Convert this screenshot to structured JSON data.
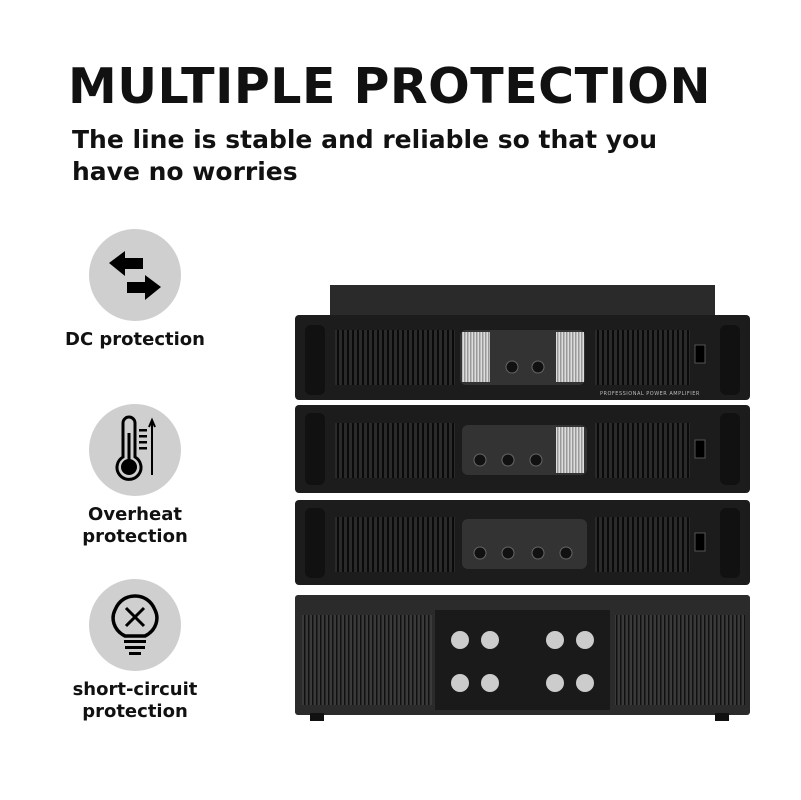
{
  "header": {
    "title": "MULTIPLE PROTECTION",
    "subtitle": "The line is stable and reliable so that you have no worries"
  },
  "features": [
    {
      "icon": "arrows-exchange-icon",
      "label": "DC protection"
    },
    {
      "icon": "thermometer-icon",
      "label": "Overheat protection"
    },
    {
      "icon": "bulb-x-icon",
      "label": "short-circuit protection"
    }
  ],
  "product": {
    "panel_text": "PROFESSIONAL POWER AMPLIFIER"
  },
  "colors": {
    "circle": "#cfcfcf",
    "chassis": "#1c1c1c",
    "text": "#111111"
  }
}
